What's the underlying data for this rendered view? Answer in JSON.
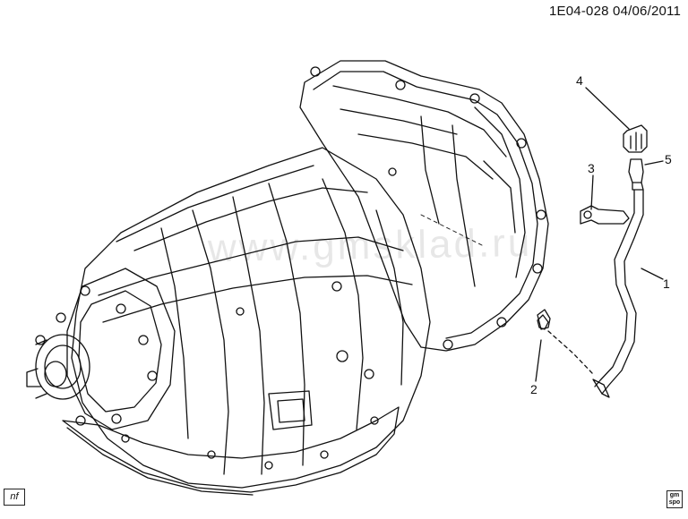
{
  "diagram": {
    "doc_id": "1E04-028  04/06/2011",
    "watermark": "www.gmsklad.ru",
    "corner_tag": "nf",
    "logo_text": "gm spo",
    "callouts": [
      {
        "id": "1",
        "label": "1",
        "part": "hose"
      },
      {
        "id": "2",
        "label": "2",
        "part": "clip"
      },
      {
        "id": "3",
        "label": "3",
        "part": "bracket-clamp"
      },
      {
        "id": "4",
        "label": "4",
        "part": "vent-cap"
      },
      {
        "id": "5",
        "label": "5",
        "part": "connector"
      }
    ]
  }
}
